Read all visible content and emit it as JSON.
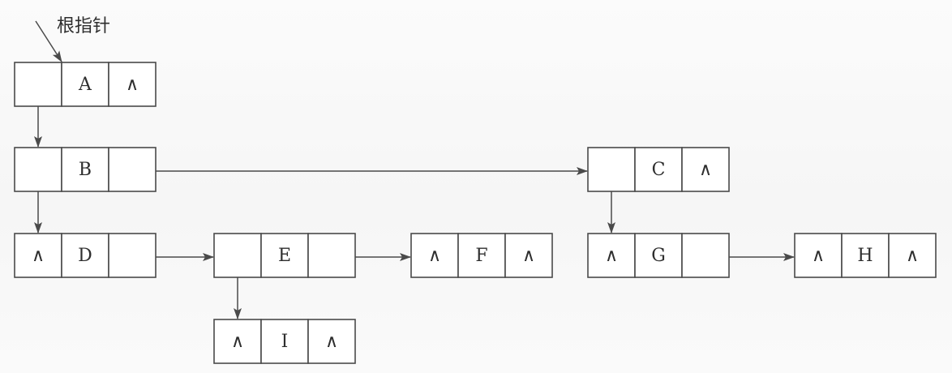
{
  "root_pointer_label": "根指针",
  "null_symbol": "∧",
  "nodes": [
    {
      "id": "A",
      "label": "A",
      "cells": [
        "",
        "A",
        "∧"
      ]
    },
    {
      "id": "B",
      "label": "B",
      "cells": [
        "",
        "B",
        ""
      ]
    },
    {
      "id": "C",
      "label": "C",
      "cells": [
        "",
        "C",
        "∧"
      ]
    },
    {
      "id": "D",
      "label": "D",
      "cells": [
        "∧",
        "D",
        ""
      ]
    },
    {
      "id": "E",
      "label": "E",
      "cells": [
        "",
        "E",
        ""
      ]
    },
    {
      "id": "F",
      "label": "F",
      "cells": [
        "∧",
        "F",
        "∧"
      ]
    },
    {
      "id": "G",
      "label": "G",
      "cells": [
        "∧",
        "G",
        ""
      ]
    },
    {
      "id": "H",
      "label": "H",
      "cells": [
        "∧",
        "H",
        "∧"
      ]
    },
    {
      "id": "I",
      "label": "I",
      "cells": [
        "∧",
        "I",
        "∧"
      ]
    }
  ],
  "edges": [
    {
      "from": "root",
      "to": "A",
      "kind": "root"
    },
    {
      "from": "A",
      "to": "B",
      "kind": "first-child"
    },
    {
      "from": "B",
      "to": "D",
      "kind": "first-child"
    },
    {
      "from": "B",
      "to": "C",
      "kind": "next-sibling"
    },
    {
      "from": "C",
      "to": "G",
      "kind": "first-child"
    },
    {
      "from": "D",
      "to": "E",
      "kind": "next-sibling"
    },
    {
      "from": "E",
      "to": "F",
      "kind": "next-sibling"
    },
    {
      "from": "E",
      "to": "I",
      "kind": "first-child"
    },
    {
      "from": "G",
      "to": "H",
      "kind": "next-sibling"
    }
  ]
}
